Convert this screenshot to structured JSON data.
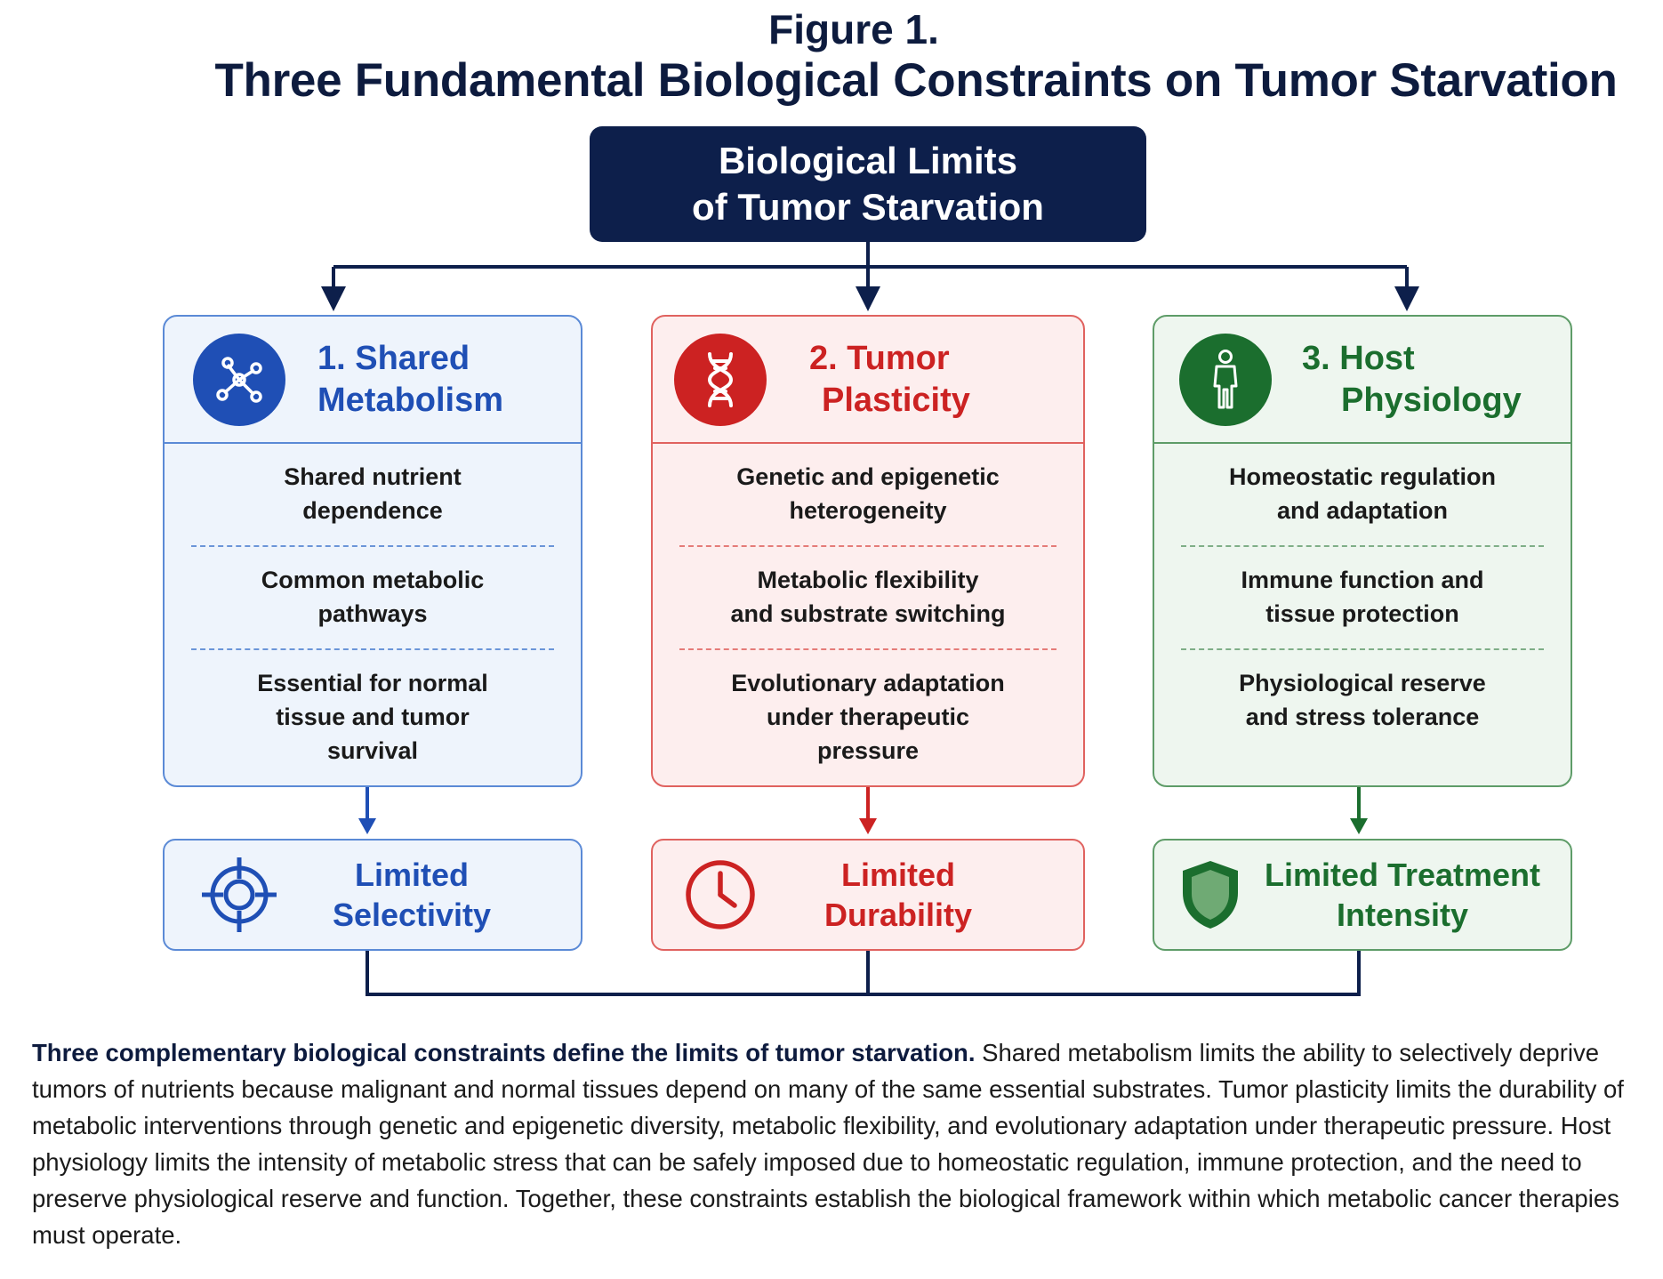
{
  "figure_label": "Figure 1.",
  "figure_title": "Three Fundamental Biological Constraints on Tumor Starvation",
  "root": {
    "line1": "Biological Limits",
    "line2": "of Tumor Starvation"
  },
  "colors": {
    "navy": "#0d1f4b",
    "blue": "#1f4fb5",
    "blue_bg": "#eef4fc",
    "blue_border": "#5b8ad6",
    "red": "#cc2222",
    "red_bg": "#fdeeee",
    "red_border": "#e0625f",
    "green": "#1b6e2e",
    "green_bg": "#eef6ef",
    "green_border": "#5e9c68"
  },
  "columns": [
    {
      "title_line1": "1. Shared",
      "title_line2": "Metabolism",
      "icon": "network-molecule-icon",
      "items": [
        [
          "Shared nutrient",
          "dependence"
        ],
        [
          "Common metabolic",
          "pathways"
        ],
        [
          "Essential for normal",
          "tissue and tumor",
          "survival"
        ]
      ],
      "outcome_line1": "Limited",
      "outcome_line2": "Selectivity",
      "outcome_icon": "target-crosshair-icon"
    },
    {
      "title_line1": "2. Tumor",
      "title_line2": "Plasticity",
      "icon": "dna-helix-icon",
      "items": [
        [
          "Genetic and epigenetic",
          "heterogeneity"
        ],
        [
          "Metabolic flexibility",
          "and substrate switching"
        ],
        [
          "Evolutionary adaptation",
          "under therapeutic",
          "pressure"
        ]
      ],
      "outcome_line1": "Limited",
      "outcome_line2": "Durability",
      "outcome_icon": "clock-icon"
    },
    {
      "title_line1": "3. Host",
      "title_line2": "Physiology",
      "icon": "human-figure-icon",
      "items": [
        [
          "Homeostatic regulation",
          "and adaptation"
        ],
        [
          "Immune function and",
          "tissue protection"
        ],
        [
          "Physiological reserve",
          "and stress tolerance"
        ]
      ],
      "outcome_line1": "Limited Treatment",
      "outcome_line2": "Intensity",
      "outcome_icon": "shield-icon"
    }
  ],
  "caption": {
    "bold": "Three complementary biological constraints define the limits of tumor starvation.",
    "text": " Shared metabolism limits the ability to selectively deprive tumors of nutrients because malignant and normal tissues depend on many of the same essential substrates. Tumor plasticity limits the durability of metabolic interventions through genetic and epigenetic diversity, metabolic flexibility, and evolutionary adaptation under therapeutic pressure. Host physiology limits the intensity of metabolic stress that can be safely imposed due to homeostatic regulation, immune protection, and the need to preserve physiological reserve and function. Together, these constraints establish the biological framework within which metabolic cancer therapies must operate."
  }
}
